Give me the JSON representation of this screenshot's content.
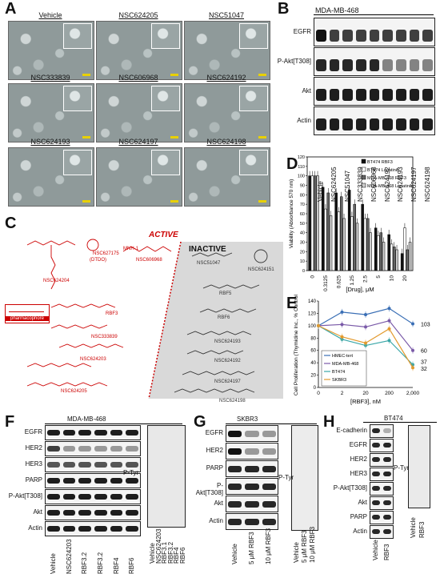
{
  "panels": {
    "A": "A",
    "B": "B",
    "C": "C",
    "D": "D",
    "E": "E",
    "F": "F",
    "G": "G",
    "H": "H"
  },
  "panelA": {
    "labels": [
      "Vehicle",
      "NSC624205",
      "NSC51047",
      "NSC333839",
      "NSC606968",
      "NSC624192",
      "NSC624193",
      "NSC624197",
      "NSC624198"
    ]
  },
  "panelB": {
    "title": "MDA-MB-468",
    "rows": [
      "EGFR",
      "P-Akt[T308]",
      "Akt",
      "Actin"
    ],
    "lanes": [
      "Vehicle",
      "NSC624205",
      "NSC51047",
      "NSC333839",
      "NSC606968",
      "NSC624192",
      "NSC624193",
      "NSC624197",
      "NSC624198"
    ]
  },
  "panelC": {
    "active": "ACTIVE",
    "inactive": "INACTIVE",
    "pharmacophore": "pharmacophore",
    "red_names": [
      "NSC624204",
      "NSC627175",
      "(DTDO)",
      "NSC606968",
      "MNH-1",
      "RBF3",
      "NSC333839",
      "NSC624203",
      "NSC624205"
    ],
    "gray_names": [
      "NSC51047",
      "NSC624151",
      "RBF5",
      "RBF6",
      "NSC624193",
      "NSC624192",
      "NSC624197",
      "NSC624198"
    ]
  },
  "panelE_side": {
    "values": [
      "103",
      "60",
      "37",
      "32"
    ]
  },
  "panelF": {
    "title": "MDA-MB-468",
    "rows": [
      "EGFR",
      "HER2",
      "HER3",
      "PARP",
      "P-Akt[T308]",
      "Akt",
      "Actin"
    ],
    "lanes": [
      "Vehicle",
      "NSC624203",
      "RBF3.2",
      "RBF3.2",
      "RBF4",
      "RBF6"
    ],
    "ptyr": "P-Tyr",
    "ptyr_lanes": [
      "Vehicle",
      "NSC624203",
      "RBF3.1",
      "RBF3.2",
      "RBF4",
      "RBF6"
    ]
  },
  "panelG": {
    "title": "SKBR3",
    "rows": [
      "EGFR",
      "HER2",
      "PARP",
      "P-Akt[T308]",
      "Akt",
      "Actin"
    ],
    "lanes": [
      "Vehicle",
      "5 μM RBF3",
      "10 μM RBF3"
    ],
    "ptyr": "P-Tyr",
    "ptyr_lanes": [
      "Vehicle",
      "5 μM RBF3",
      "10 μM RBF3"
    ]
  },
  "panelH": {
    "title": "BT474",
    "rows": [
      "E-cadherin",
      "EGFR",
      "HER2",
      "HER3",
      "P-Akt[T308]",
      "Akt",
      "PARP",
      "Actin"
    ],
    "lanes": [
      "Vehicle",
      "RBF3"
    ],
    "ptyr": "P-Tyr",
    "ptyr_lanes": [
      "Vehicle",
      "RBF3"
    ]
  },
  "chart_data": [
    {
      "type": "bar",
      "ylabel": "Viability (Absorbance 570 nm)",
      "xlabel": "[Drug], μM",
      "ylim": [
        0,
        120
      ],
      "yticks": [
        0,
        10,
        20,
        30,
        40,
        50,
        60,
        70,
        80,
        90,
        100,
        110,
        120
      ],
      "categories": [
        "0",
        "0.3125",
        "0.625",
        "1.25",
        "2.5",
        "5",
        "10",
        "20"
      ],
      "series": [
        {
          "name": "BT474 RBF3",
          "color": "#111111",
          "values": [
            100,
            88,
            82,
            85,
            70,
            45,
            38,
            18
          ]
        },
        {
          "name": "BT474 Lapatinib",
          "color": "#ffffff",
          "values": [
            100,
            65,
            62,
            57,
            55,
            37,
            28,
            45
          ]
        },
        {
          "name": "MDA-MB-468 RBF3",
          "color": "#666666",
          "values": [
            100,
            82,
            78,
            70,
            55,
            40,
            25,
            22
          ]
        },
        {
          "name": "MDA-MB-468 Lapatinib",
          "color": "#cccccc",
          "values": [
            100,
            58,
            55,
            50,
            40,
            30,
            22,
            30
          ]
        }
      ]
    },
    {
      "type": "line",
      "ylabel": "Cell Proliferation (Thymidine Inc., % Control)",
      "xlabel": "[RBF3], nM",
      "ylim": [
        0,
        140
      ],
      "yticks": [
        0,
        20,
        40,
        60,
        80,
        100,
        120,
        140
      ],
      "categories": [
        "0",
        "2",
        "20",
        "200",
        "2,000"
      ],
      "series": [
        {
          "name": "HMEC-tert",
          "color": "#3a6fb5",
          "values": [
            100,
            122,
            118,
            128,
            103
          ]
        },
        {
          "name": "MDA-MB-468",
          "color": "#7a5aa8",
          "values": [
            100,
            102,
            98,
            108,
            60
          ]
        },
        {
          "name": "BT474",
          "color": "#3aa7a8",
          "values": [
            100,
            78,
            68,
            76,
            37
          ]
        },
        {
          "name": "SKBR3",
          "color": "#e39a2e",
          "values": [
            100,
            82,
            72,
            95,
            32
          ]
        }
      ]
    }
  ]
}
